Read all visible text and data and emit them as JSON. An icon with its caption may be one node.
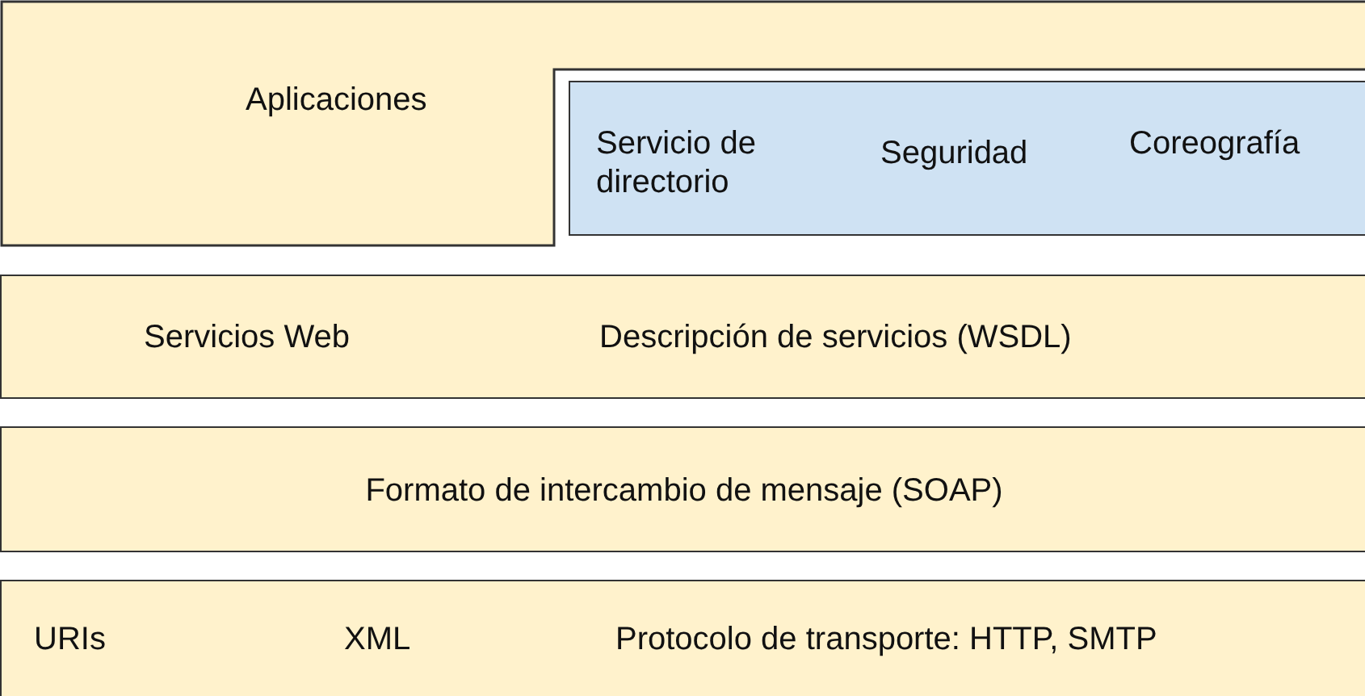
{
  "diagram": {
    "nodes": [
      {
        "text": [
          "Aplicaciones"
        ]
      },
      {
        "text": [
          "Servicio de directorio",
          "Seguridad",
          "Coreografía"
        ]
      },
      {
        "text": [
          "Servicios Web",
          "Descripción de servicios (WSDL)"
        ]
      },
      {
        "text": [
          "Formato de intercambio de mensaje (SOAP)"
        ]
      },
      {
        "text": [
          "URIs",
          "XML",
          "Protocolo de transporte: HTTP, SMTP"
        ]
      }
    ]
  }
}
